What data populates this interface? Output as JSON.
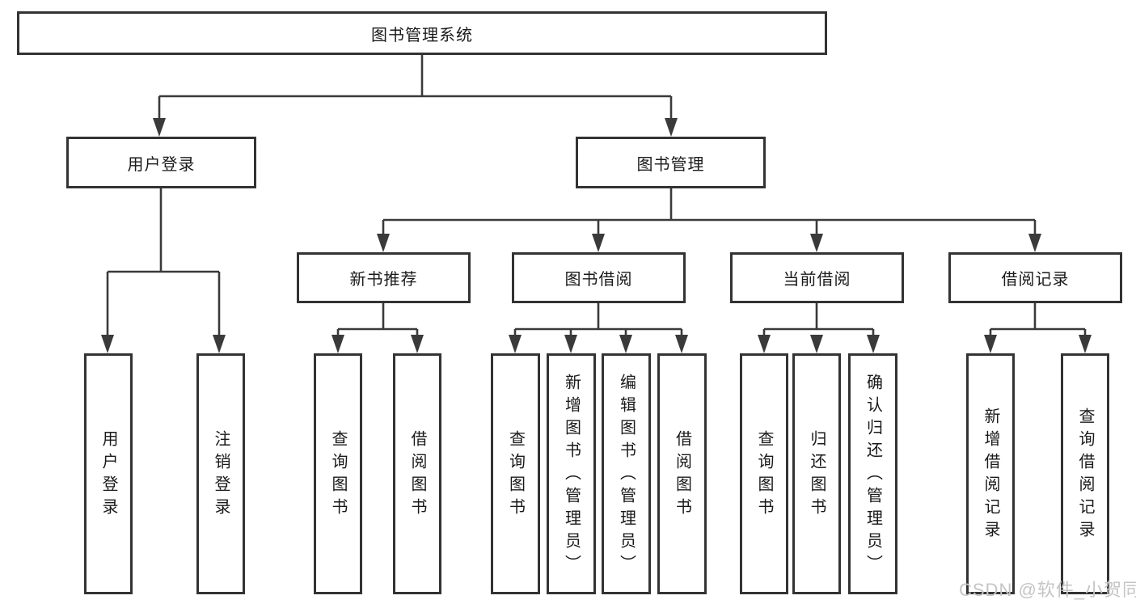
{
  "diagram_title": "图书管理系统",
  "tree": {
    "root": {
      "label": "图书管理系统",
      "children": [
        {
          "label": "用户登录",
          "children": [
            {
              "label": "用户登录"
            },
            {
              "label": "注销登录"
            }
          ]
        },
        {
          "label": "图书管理",
          "children": [
            {
              "label": "新书推荐",
              "children": [
                {
                  "label": "查询图书"
                },
                {
                  "label": "借阅图书"
                }
              ]
            },
            {
              "label": "图书借阅",
              "children": [
                {
                  "label": "查询图书"
                },
                {
                  "label": "新增图书（管理员）"
                },
                {
                  "label": "编辑图书（管理员）"
                },
                {
                  "label": "借阅图书"
                }
              ]
            },
            {
              "label": "当前借阅",
              "children": [
                {
                  "label": "查询图书"
                },
                {
                  "label": "归还图书"
                },
                {
                  "label": "确认归还（管理员）"
                }
              ]
            },
            {
              "label": "借阅记录",
              "children": [
                {
                  "label": "新增借阅记录"
                },
                {
                  "label": "查询借阅记录"
                }
              ]
            }
          ]
        }
      ]
    }
  },
  "watermark": {
    "text": "CSDN @软件_小贺同学",
    "color": "#c5c5c5"
  },
  "colors": {
    "line": "#3a3a3a",
    "box_border": "#333333",
    "text": "#1a1a1a",
    "background": "#ffffff"
  }
}
